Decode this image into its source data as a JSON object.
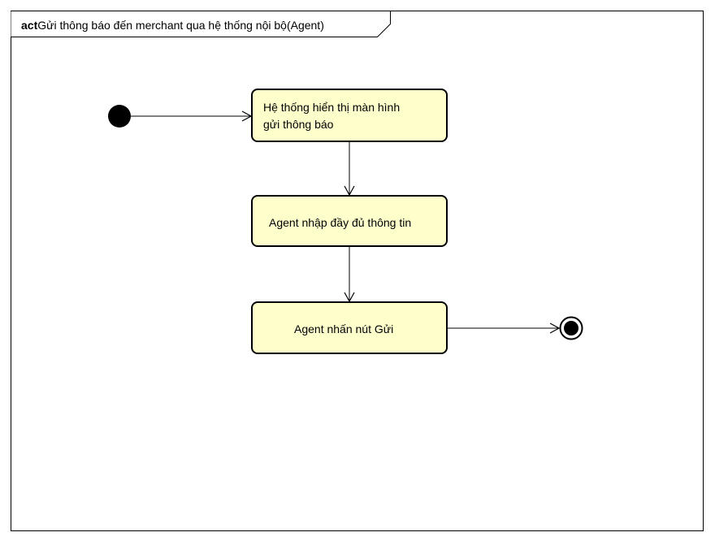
{
  "diagram": {
    "frame_keyword": "act",
    "frame_title": "Gửi thông báo đến merchant qua hệ thống nội bộ(Agent)",
    "colors": {
      "action_fill": "#ffffcc",
      "stroke": "#000000",
      "background": "#ffffff"
    },
    "actions": [
      {
        "line1": "Hệ thống hiển thị màn hình",
        "line2": "gửi thông báo"
      },
      {
        "label": "Agent nhập đầy đủ thông tin"
      },
      {
        "label": "Agent nhấn nút Gửi"
      }
    ]
  }
}
